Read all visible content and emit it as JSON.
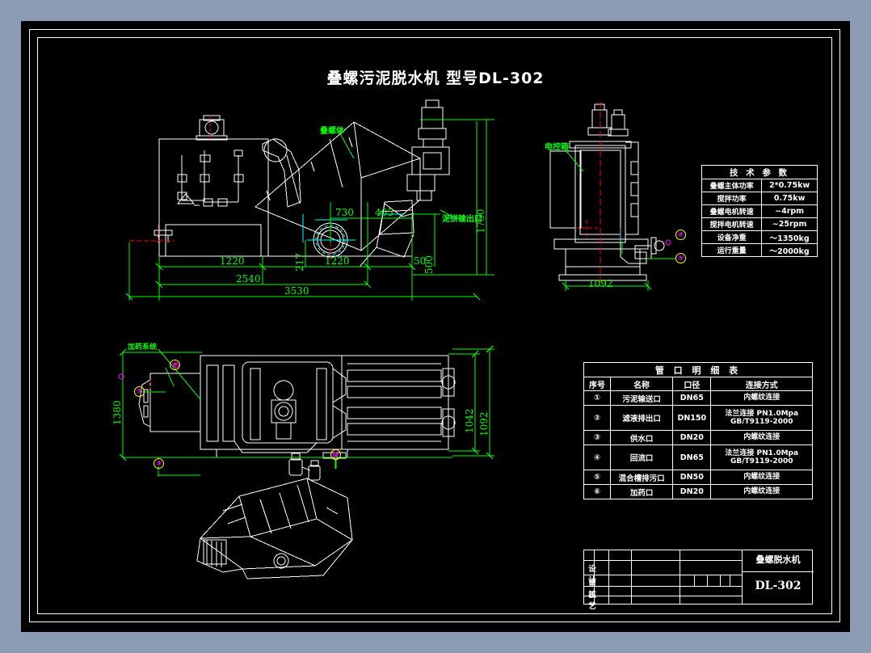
{
  "sheet": {
    "title": "叠螺污泥脱水机  型号DL-302"
  },
  "tech_table": {
    "header": "技 术 参 数",
    "rows": [
      {
        "name": "叠螺主体功率",
        "value": "2*0.75kw"
      },
      {
        "name": "搅拌功率",
        "value": "0.75kw"
      },
      {
        "name": "叠螺电机转速",
        "value": "~4rpm"
      },
      {
        "name": "搅拌电机转速",
        "value": "~25rpm"
      },
      {
        "name": "设备净重",
        "value": "～1350kg"
      },
      {
        "name": "运行重量",
        "value": "～2000kg"
      }
    ]
  },
  "pipe_table": {
    "header": "管 口 明 细 表",
    "columns": [
      "序号",
      "名称",
      "口径",
      "连接方式"
    ],
    "rows": [
      {
        "no": "①",
        "name": "污泥输送口",
        "dia": "DN65",
        "conn": "内螺纹连接",
        "conn2": ""
      },
      {
        "no": "②",
        "name": "滤液排出口",
        "dia": "DN150",
        "conn": "法兰连接  PN1.0Mpa",
        "conn2": "GB/T9119-2000"
      },
      {
        "no": "③",
        "name": "供水口",
        "dia": "DN20",
        "conn": "内螺纹连接",
        "conn2": ""
      },
      {
        "no": "④",
        "name": "回流口",
        "dia": "DN65",
        "conn": "法兰连接  PN1.0Mpa",
        "conn2": "GB/T9119-2000"
      },
      {
        "no": "⑤",
        "name": "混合槽排污口",
        "dia": "DN50",
        "conn": "内螺纹连接",
        "conn2": ""
      },
      {
        "no": "⑥",
        "name": "加药口",
        "dia": "DN20",
        "conn": "内螺纹连接",
        "conn2": ""
      }
    ]
  },
  "title_block": {
    "row_labels": [
      "设 计",
      "审 核",
      "工 艺"
    ],
    "product_name": "叠螺脱水机",
    "model": "DL-302"
  },
  "annotations": {
    "screw_body": "叠螺体",
    "cake_outlet": "泥饼输出口",
    "control_box": "电控箱",
    "dosing_system": "加药系统"
  },
  "dimensions": {
    "front": {
      "d730": "730",
      "d405": "405",
      "d217": "217",
      "d500": "500",
      "d1220a": "1220",
      "d1220b": "1220",
      "d50": "50",
      "d2540": "2540",
      "d3530": "3530",
      "d1750": "1750"
    },
    "side": {
      "d1092": "1092"
    },
    "top": {
      "d1380": "1380",
      "d1042": "1042",
      "d1092": "1092"
    }
  },
  "callouts": {
    "side_view": [
      "④",
      "⑤"
    ],
    "top_view": [
      "①",
      "⑥",
      "③"
    ],
    "iso_view": [
      "②"
    ]
  },
  "colors": {
    "background": "#8b9bb4",
    "sheet": "#000000",
    "lines": "#ffffff",
    "dimension": "#00ff00",
    "bubble_ring": "#ffff00",
    "bubble_text": "#ff00ff",
    "center_line": "#ff0000",
    "aux_line": "#00ffff"
  }
}
